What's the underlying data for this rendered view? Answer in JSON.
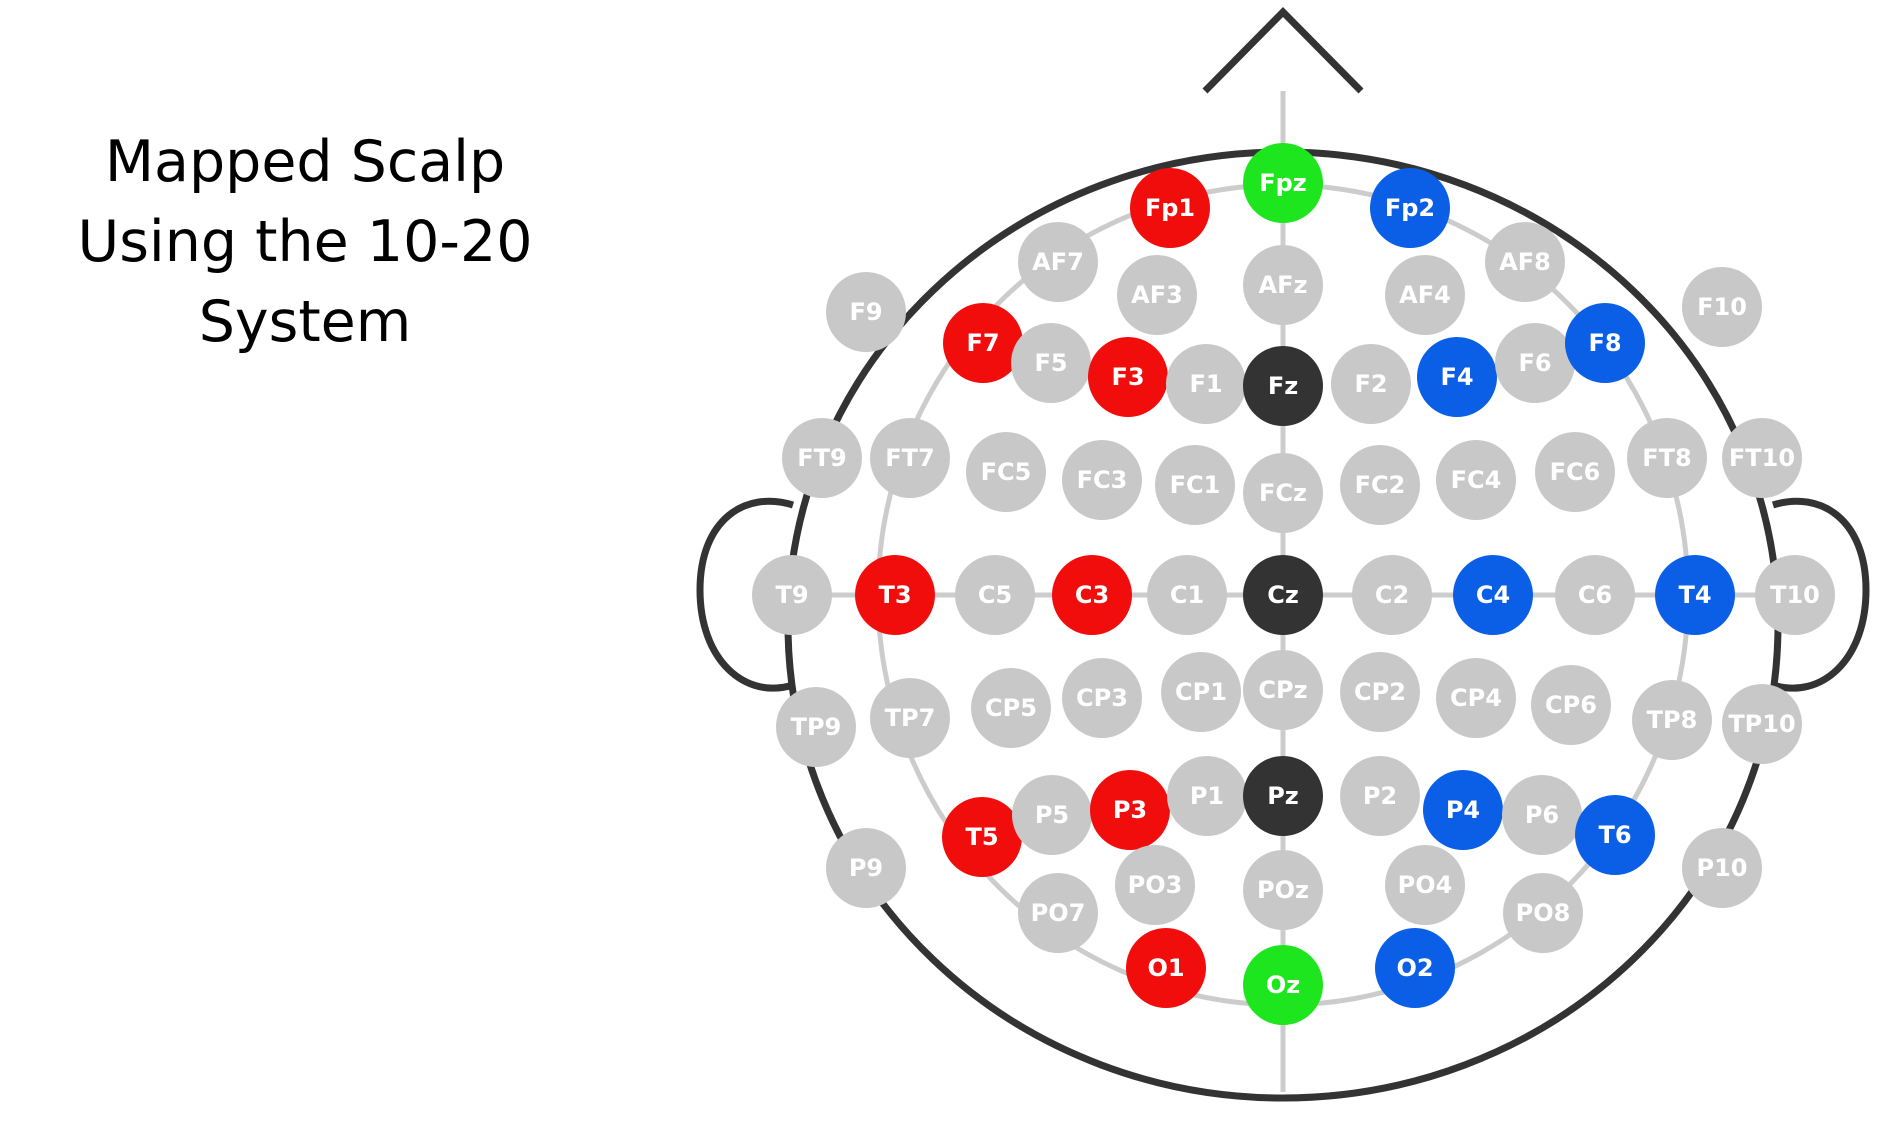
{
  "title": {
    "line1": "Mapped Scalp",
    "line2": "Using the 10-20",
    "line3": "System"
  },
  "colors": {
    "red": "#f20d0d",
    "blue": "#0a5fe6",
    "green": "#1ee61e",
    "dark": "#333333",
    "gray": "#c8c8c8",
    "outline": "#333333"
  },
  "electrodes": [
    {
      "label": "Fpz",
      "color": "green"
    },
    {
      "label": "Fp1",
      "color": "red"
    },
    {
      "label": "Fp2",
      "color": "blue"
    },
    {
      "label": "AF7",
      "color": "gray"
    },
    {
      "label": "AF3",
      "color": "gray"
    },
    {
      "label": "AFz",
      "color": "gray"
    },
    {
      "label": "AF4",
      "color": "gray"
    },
    {
      "label": "AF8",
      "color": "gray"
    },
    {
      "label": "F9",
      "color": "gray"
    },
    {
      "label": "F7",
      "color": "red"
    },
    {
      "label": "F5",
      "color": "gray"
    },
    {
      "label": "F3",
      "color": "red"
    },
    {
      "label": "F1",
      "color": "gray"
    },
    {
      "label": "Fz",
      "color": "dark"
    },
    {
      "label": "F2",
      "color": "gray"
    },
    {
      "label": "F4",
      "color": "blue"
    },
    {
      "label": "F6",
      "color": "gray"
    },
    {
      "label": "F8",
      "color": "blue"
    },
    {
      "label": "F10",
      "color": "gray"
    },
    {
      "label": "FT9",
      "color": "gray"
    },
    {
      "label": "FT7",
      "color": "gray"
    },
    {
      "label": "FC5",
      "color": "gray"
    },
    {
      "label": "FC3",
      "color": "gray"
    },
    {
      "label": "FC1",
      "color": "gray"
    },
    {
      "label": "FCz",
      "color": "gray"
    },
    {
      "label": "FC2",
      "color": "gray"
    },
    {
      "label": "FC4",
      "color": "gray"
    },
    {
      "label": "FC6",
      "color": "gray"
    },
    {
      "label": "FT8",
      "color": "gray"
    },
    {
      "label": "FT10",
      "color": "gray"
    },
    {
      "label": "T9",
      "color": "gray"
    },
    {
      "label": "T3",
      "color": "red"
    },
    {
      "label": "C5",
      "color": "gray"
    },
    {
      "label": "C3",
      "color": "red"
    },
    {
      "label": "C1",
      "color": "gray"
    },
    {
      "label": "Cz",
      "color": "dark"
    },
    {
      "label": "C2",
      "color": "gray"
    },
    {
      "label": "C4",
      "color": "blue"
    },
    {
      "label": "C6",
      "color": "gray"
    },
    {
      "label": "T4",
      "color": "blue"
    },
    {
      "label": "T10",
      "color": "gray"
    },
    {
      "label": "TP9",
      "color": "gray"
    },
    {
      "label": "TP7",
      "color": "gray"
    },
    {
      "label": "CP5",
      "color": "gray"
    },
    {
      "label": "CP3",
      "color": "gray"
    },
    {
      "label": "CP1",
      "color": "gray"
    },
    {
      "label": "CPz",
      "color": "gray"
    },
    {
      "label": "CP2",
      "color": "gray"
    },
    {
      "label": "CP4",
      "color": "gray"
    },
    {
      "label": "CP6",
      "color": "gray"
    },
    {
      "label": "TP8",
      "color": "gray"
    },
    {
      "label": "TP10",
      "color": "gray"
    },
    {
      "label": "T5",
      "color": "red"
    },
    {
      "label": "P5",
      "color": "gray"
    },
    {
      "label": "P3",
      "color": "red"
    },
    {
      "label": "P1",
      "color": "gray"
    },
    {
      "label": "Pz",
      "color": "dark"
    },
    {
      "label": "P2",
      "color": "gray"
    },
    {
      "label": "P4",
      "color": "blue"
    },
    {
      "label": "P6",
      "color": "gray"
    },
    {
      "label": "T6",
      "color": "blue"
    },
    {
      "label": "P9",
      "color": "gray"
    },
    {
      "label": "P10",
      "color": "gray"
    },
    {
      "label": "PO7",
      "color": "gray"
    },
    {
      "label": "PO3",
      "color": "gray"
    },
    {
      "label": "POz",
      "color": "gray"
    },
    {
      "label": "PO4",
      "color": "gray"
    },
    {
      "label": "PO8",
      "color": "gray"
    },
    {
      "label": "O1",
      "color": "red"
    },
    {
      "label": "Oz",
      "color": "green"
    },
    {
      "label": "O2",
      "color": "blue"
    }
  ]
}
